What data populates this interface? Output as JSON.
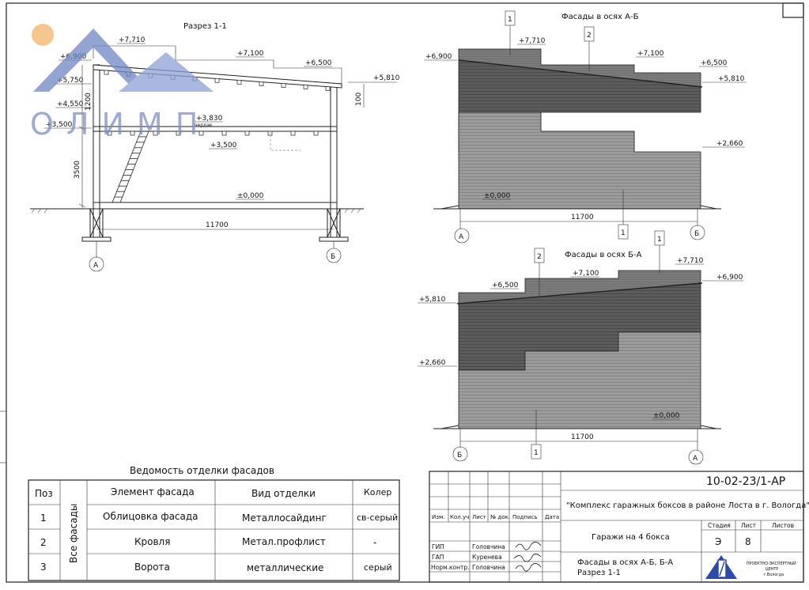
{
  "section": {
    "title": "Разрез 1-1",
    "levels": {
      "l7710": "+7,710",
      "l7100": "+7,100",
      "l6500": "+6,500",
      "l6900": "+6,900",
      "l5750": "+5,750",
      "l5810": "+5,810",
      "l4550": "+4,550",
      "l3830": "+3,830",
      "l3500a": "+3,500",
      "l3500b": "+3,500",
      "l0": "±0,000"
    },
    "dims": {
      "d1200": "1200",
      "d3500": "3500",
      "d100": "100",
      "span": "11700",
      "floor_note": "чердак"
    },
    "axes": {
      "left": "А",
      "right": "Б"
    }
  },
  "watermark": {
    "text": "ОЛИМП"
  },
  "facade_ab": {
    "title": "Фасады в осях А-Б",
    "levels": {
      "l6900": "+6,900",
      "l7710": "+7,710",
      "l7100": "+7,100",
      "l6500": "+6,500",
      "l5810": "+5,810",
      "l2660": "+2,660",
      "l0": "±0,000"
    },
    "span": "11700",
    "axes": {
      "left": "А",
      "right": "Б"
    },
    "markers": [
      "1",
      "2",
      "1"
    ]
  },
  "facade_ba": {
    "title": "Фасады в осях Б-А",
    "levels": {
      "l6500": "+6,500",
      "l7100": "+7,100",
      "l7710": "+7,710",
      "l6900": "+6,900",
      "l5810": "+5,810",
      "l2660": "+2,660",
      "l0": "±0,000"
    },
    "span": "11700",
    "axes": {
      "left": "Б",
      "right": "А"
    },
    "markers": [
      "2",
      "1",
      "1"
    ]
  },
  "finish_table": {
    "title": "Ведомость отделки фасадов",
    "headers": [
      "Поз",
      "Элемент фасада",
      "Вид отделки",
      "Колер"
    ],
    "group_label": "Все фасады",
    "rows": [
      {
        "pos": "1",
        "element": "Облицовка фасада",
        "finish": "Металлосайдинг",
        "color": "св-серый"
      },
      {
        "pos": "2",
        "element": "Кровля",
        "finish": "Метал.профлист",
        "color": "-"
      },
      {
        "pos": "3",
        "element": "Ворота",
        "finish": "металлические",
        "color": "серый"
      }
    ]
  },
  "title_block": {
    "code": "10-02-23/1-АР",
    "project": "\"Комплекс гаражных боксов в районе Лоста в г. Вологда\"",
    "object": "Гаражи на 4 бокса",
    "sheet_name_1": "Фасады в осях А-Б, Б-А",
    "sheet_name_2": "Разрез 1-1",
    "col_headers": [
      "Изм.",
      "Кол.уч",
      "Лист",
      "№ док.",
      "Подпись",
      "Дата"
    ],
    "roles": [
      {
        "role": "ГИП",
        "name": "Головчина"
      },
      {
        "role": "ГАП",
        "name": "Куренева"
      },
      {
        "role": "Норм.контр.",
        "name": "Головчина"
      }
    ],
    "stage_header": "Стадия",
    "sheet_header": "Лист",
    "sheets_header": "Листов",
    "stage": "Э",
    "sheet": "8",
    "org_line1": "ПРОЕКТНО-ЭКСПЕРТНЫЙ",
    "org_line2": "ЦЕНТР",
    "org_line3": "г.Вологда"
  },
  "colors": {
    "light_siding": "#9a9a9a",
    "dark_siding": "#5a5a5a",
    "roof": "#7a7a7a",
    "logo_blue": "#2d4aa8",
    "watermark_blue": "#6f86c4",
    "watermark_sun": "#f3b36a"
  }
}
